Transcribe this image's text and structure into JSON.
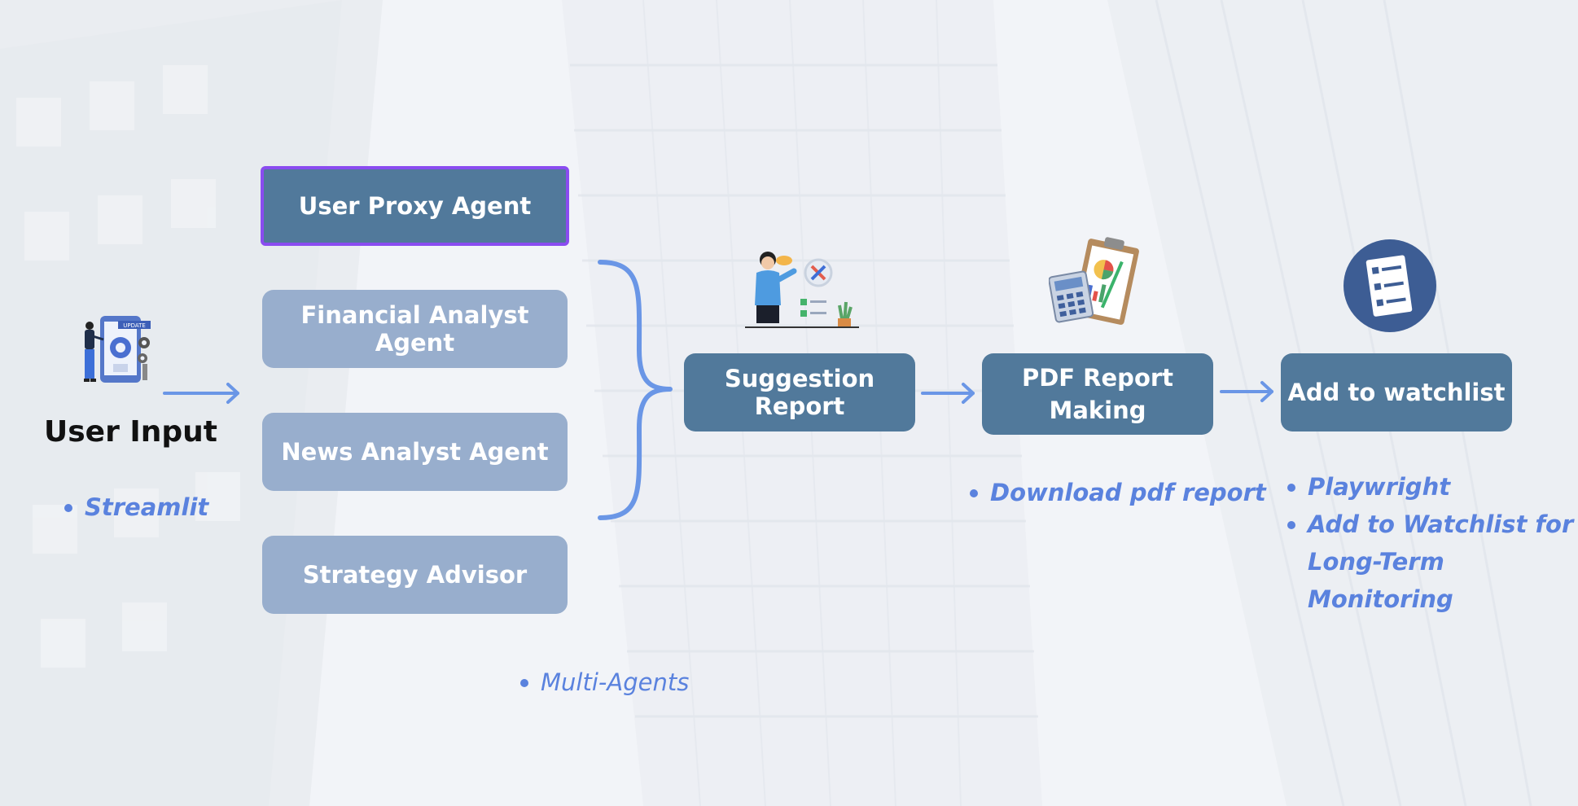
{
  "diagram": {
    "user_input": {
      "label": "User Input",
      "bullets": [
        "Streamlit"
      ],
      "icon": "user-update-screen-icon"
    },
    "agents": [
      {
        "label": "User Proxy Agent",
        "style": "dark",
        "highlighted": true
      },
      {
        "label": "Financial Analyst Agent",
        "style": "light"
      },
      {
        "label": "News Analyst Agent",
        "style": "light"
      },
      {
        "label": "Strategy Advisor",
        "style": "light"
      }
    ],
    "agents_bullets": [
      "Multi-Agents"
    ],
    "suggestion_report": {
      "label": "Suggestion Report",
      "icon": "person-with-tools-icon"
    },
    "pdf_report": {
      "label_line1": "PDF Report",
      "label_line2": "Making",
      "bullets": [
        "Download pdf report"
      ],
      "icon": "clipboard-report-calculator-icon"
    },
    "watchlist": {
      "label": "Add to watchlist",
      "bullets": [
        "Playwright",
        "Add to Watchlist for",
        "Long-Term",
        "Monitoring"
      ],
      "icon": "checklist-document-icon"
    },
    "colors": {
      "dark_node": "#51799b",
      "light_node": "#98aecd",
      "arrow": "#6a96e6",
      "bullet_text": "#5a82de",
      "highlight_border": "#8a4cf0"
    }
  }
}
